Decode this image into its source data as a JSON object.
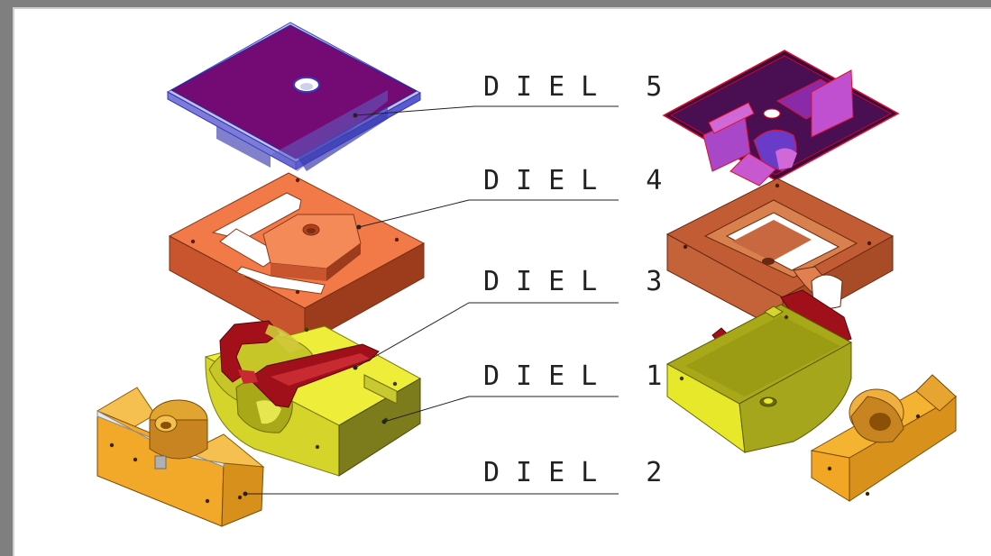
{
  "labels": {
    "part5": "DIEL 5",
    "part4": "DIEL 4",
    "part3": "DIEL 3",
    "part1": "DIEL 1",
    "part2": "DIEL 2"
  },
  "colors": {
    "frame": "#7f7f7f",
    "part5": "#7a0e78",
    "part4": "#f07a4a",
    "part3": "#a0101a",
    "part1": "#e5e52a",
    "part2": "#f0a020",
    "leader": "#222222"
  }
}
